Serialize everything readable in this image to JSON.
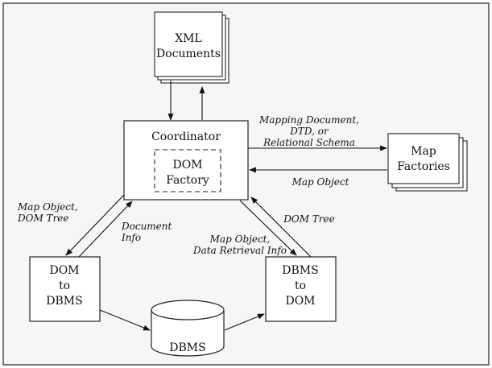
{
  "nodes": {
    "xml_documents": [
      "XML",
      "Documents"
    ],
    "coordinator": "Coordinator",
    "dom_factory": [
      "DOM",
      "Factory"
    ],
    "map_factories": [
      "Map",
      "Factories"
    ],
    "dom_to_dbms": [
      "DOM",
      "to",
      "DBMS"
    ],
    "dbms_to_dom": [
      "DBMS",
      "to",
      "DOM"
    ],
    "dbms": "DBMS"
  },
  "edge_labels": {
    "mapping_document": [
      "Mapping Document,",
      "DTD, or",
      "Relational Schema"
    ],
    "map_object_right": "Map Object",
    "map_object_dom_tree": [
      "Map Object,",
      "DOM Tree"
    ],
    "document_info": [
      "Document",
      "Info"
    ],
    "map_object_data_retrieval": [
      "Map Object,",
      "Data Retrieval Info"
    ],
    "dom_tree": "DOM Tree"
  }
}
